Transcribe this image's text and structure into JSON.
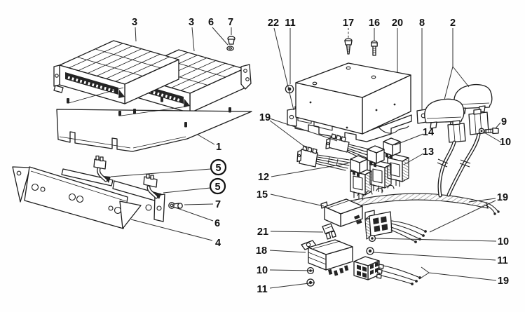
{
  "figure": {
    "kind": "exploded-parts-diagram",
    "subject": "control units, mounting plates, relays and connector harness",
    "background_color": "#fefefe",
    "ink_color": "#1c1c1c",
    "callout_color": "#101010"
  },
  "labels": [
    {
      "text": "3",
      "part": "ecu-left",
      "circled": false
    },
    {
      "text": "3",
      "part": "ecu-right",
      "circled": false
    },
    {
      "text": "6",
      "part": "washer-top",
      "circled": false
    },
    {
      "text": "7",
      "part": "screw-top",
      "circled": false
    },
    {
      "text": "1",
      "part": "mounting-plate",
      "circled": false
    },
    {
      "text": "5",
      "part": "cable-clip-a",
      "circled": true
    },
    {
      "text": "5",
      "part": "cable-clip-b",
      "circled": true
    },
    {
      "text": "7",
      "part": "bracket-screw",
      "circled": false
    },
    {
      "text": "6",
      "part": "bracket-washer",
      "circled": false
    },
    {
      "text": "4",
      "part": "support-bracket",
      "circled": false
    },
    {
      "text": "22",
      "part": "side-bracket",
      "circled": false
    },
    {
      "text": "11",
      "part": "nut-on-box",
      "circled": false
    },
    {
      "text": "17",
      "part": "tapping-screw",
      "circled": false
    },
    {
      "text": "16",
      "part": "bolt",
      "circled": false
    },
    {
      "text": "20",
      "part": "cover-box",
      "circled": false
    },
    {
      "text": "8",
      "part": "small-bracket",
      "circled": false
    },
    {
      "text": "2",
      "part": "rubber-boots",
      "circled": false
    },
    {
      "text": "9",
      "part": "boot-screw",
      "circled": false
    },
    {
      "text": "10",
      "part": "boot-washer",
      "circled": false
    },
    {
      "text": "19",
      "part": "upper-connectors",
      "circled": false
    },
    {
      "text": "14",
      "part": "small-relays",
      "circled": false
    },
    {
      "text": "13",
      "part": "relay-holders",
      "circled": false
    },
    {
      "text": "12",
      "part": "front-relay",
      "circled": false
    },
    {
      "text": "15",
      "part": "large-relay",
      "circled": false
    },
    {
      "text": "19",
      "part": "harness-wires-mid",
      "circled": false
    },
    {
      "text": "21",
      "part": "fuse",
      "circled": false
    },
    {
      "text": "10",
      "part": "washer-mid",
      "circled": false
    },
    {
      "text": "18",
      "part": "power-relay",
      "circled": false
    },
    {
      "text": "11",
      "part": "nut-mid",
      "circled": false
    },
    {
      "text": "10",
      "part": "washer-low",
      "circled": false
    },
    {
      "text": "19",
      "part": "wire-bundle-low",
      "circled": false
    },
    {
      "text": "11",
      "part": "nut-low",
      "circled": false
    }
  ]
}
